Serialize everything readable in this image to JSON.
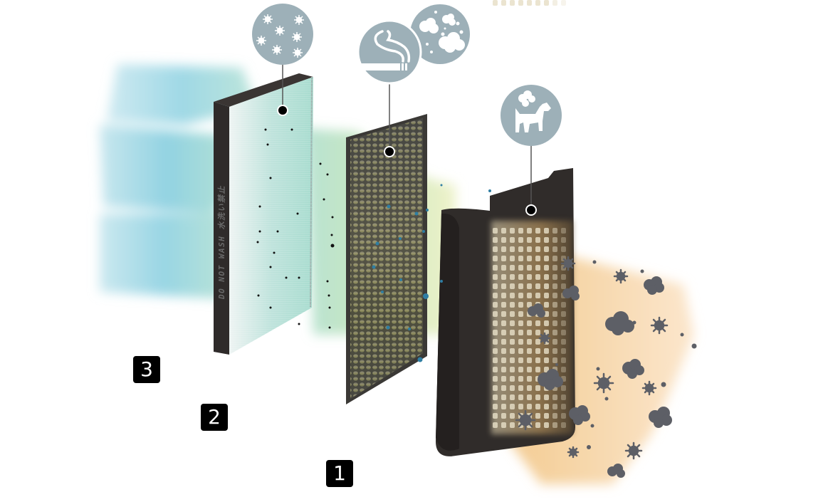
{
  "diagram": {
    "type": "exploded air purifier filter illustration",
    "airflow_direction": "right to left",
    "stages": [
      {
        "number": "1",
        "name": "pre-filter front panel",
        "captures": "pet dander and odors",
        "icon": "dog-odor-icon"
      },
      {
        "number": "2",
        "name": "activated carbon honeycomb filter",
        "captures": "smoke and odors, gases",
        "icon": "cigarette-smoke-icon",
        "secondary_icon": "gas-cloud-icon"
      },
      {
        "number": "3",
        "name": "HEPA filter",
        "captures": "fine particles, pollen, allergens",
        "icon": "pollen-allergen-icon"
      }
    ],
    "hepa_side_label": "DO NOT WASH  水洗い禁止",
    "badges": {
      "one": "1",
      "two": "2",
      "three": "3"
    },
    "colors": {
      "icon_circle": "#9db0b8",
      "filter_frame": "#2f2b2a",
      "dirty_air": "#f3c88c",
      "clean_air": "#8fd1e0",
      "mid_air": "#c5dc9a",
      "particle": "#5d5f66",
      "badge": "#000000"
    }
  }
}
